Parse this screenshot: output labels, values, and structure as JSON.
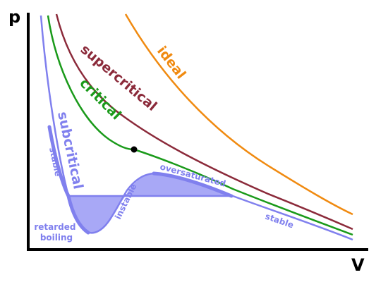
{
  "axes": {
    "y_label": "p",
    "x_label": "V"
  },
  "curves": {
    "ideal": {
      "label": "ideal",
      "color": "#f08a10"
    },
    "supercritical": {
      "label": "supercritical",
      "color": "#8b2a3a"
    },
    "critical": {
      "label": "critical",
      "color": "#1a9a1a"
    },
    "subcritical": {
      "label": "subcritical",
      "color": "#8080ee"
    }
  },
  "region_labels": {
    "stable_left": "stable",
    "stable_right": "stable",
    "oversaturated": "oversaturated",
    "instable": "instable",
    "retarded_boiling": "retarded boiling"
  },
  "retarded_boiling_lines": [
    "retarded",
    "boiling"
  ],
  "colors": {
    "region_fill": "#a8a8f6",
    "axis": "#000000",
    "critical_point": "#000000"
  }
}
